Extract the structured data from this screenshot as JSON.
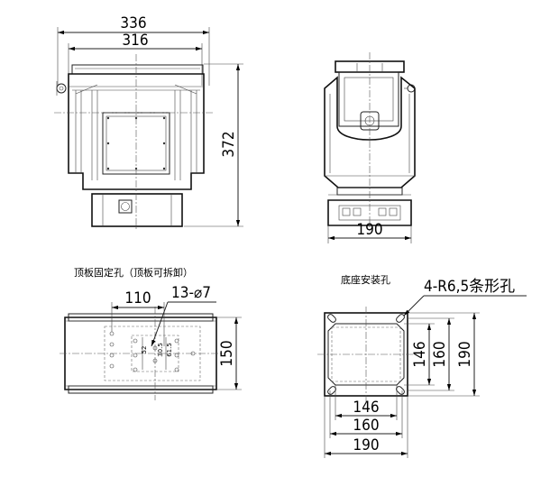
{
  "front_view": {
    "dim_outer_width": "336",
    "dim_inner_width": "316",
    "dim_height": "372"
  },
  "side_view": {
    "dim_base_width": "190"
  },
  "top_plate_view": {
    "caption": "顶板固定孔（顶板可拆卸）",
    "dim_spacing": "110",
    "dim_holes": "13-⌀7",
    "dim_depth": "150",
    "inner_dims": [
      "52",
      "30.5",
      "61.5"
    ]
  },
  "base_view": {
    "caption": "底座安装孔",
    "slot_label": "4-R6,5条形孔",
    "dims_right": [
      "146",
      "160",
      "190"
    ],
    "dims_bottom": [
      "146",
      "160",
      "190"
    ]
  }
}
